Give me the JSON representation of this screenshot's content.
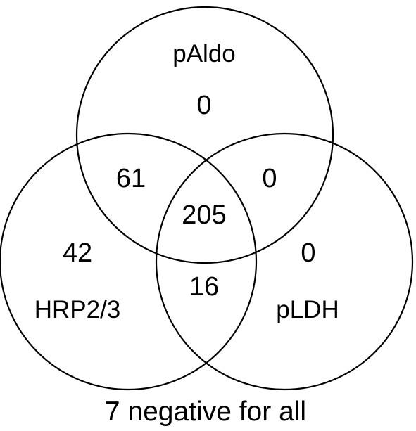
{
  "sets": {
    "top": "pAldo",
    "left": "HRP2/3",
    "right": "pLDH"
  },
  "regions": {
    "top_only": "0",
    "top_left": "61",
    "top_right": "0",
    "all_three": "205",
    "left_only": "42",
    "left_right": "16",
    "right_only": "0"
  },
  "footer": "7 negative for all"
}
